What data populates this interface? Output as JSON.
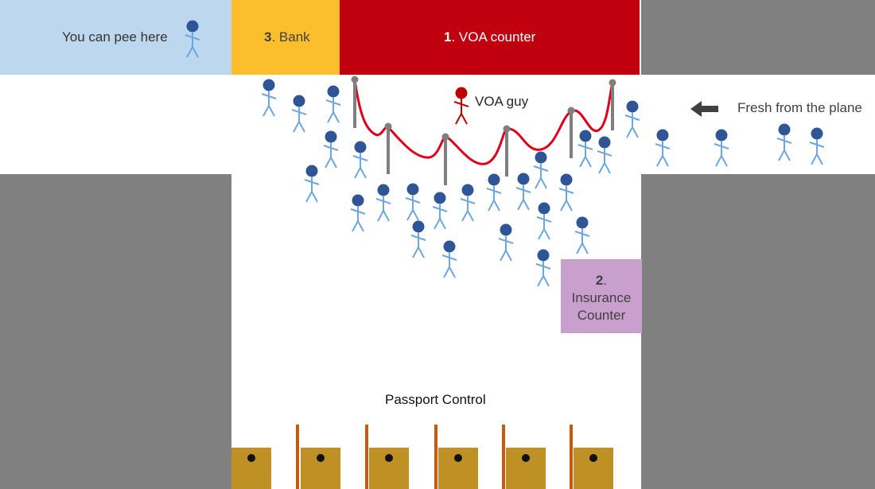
{
  "colors": {
    "wall": "#808080",
    "restroom": "#bdd7ee",
    "bank": "#fbbf2d",
    "voa_counter": "#c0000f",
    "insurance": "#c9a0cd",
    "person_head": "#2f5597",
    "person_body": "#6ea6e0",
    "voa_guy": "#c00000",
    "rope": "#e0001b",
    "post": "#7f7f7f",
    "booth": "#bf9024",
    "booth_post": "#c55a11",
    "arrow": "#404040"
  },
  "restroom": {
    "label": "You can pee here"
  },
  "bank": {
    "number": "3",
    "label": ". Bank"
  },
  "voa_counter": {
    "number": "1",
    "label": ". VOA counter"
  },
  "insurance_counter": {
    "number": "2",
    "label_line1": ".",
    "label_line2": "Insurance",
    "label_line3": "Counter"
  },
  "voa_guy": {
    "label": "VOA guy"
  },
  "arrival": {
    "label": "Fresh from the plane",
    "icon": "arrow-left-icon"
  },
  "passport_control": {
    "label": "Passport Control",
    "booth_count": 6
  }
}
